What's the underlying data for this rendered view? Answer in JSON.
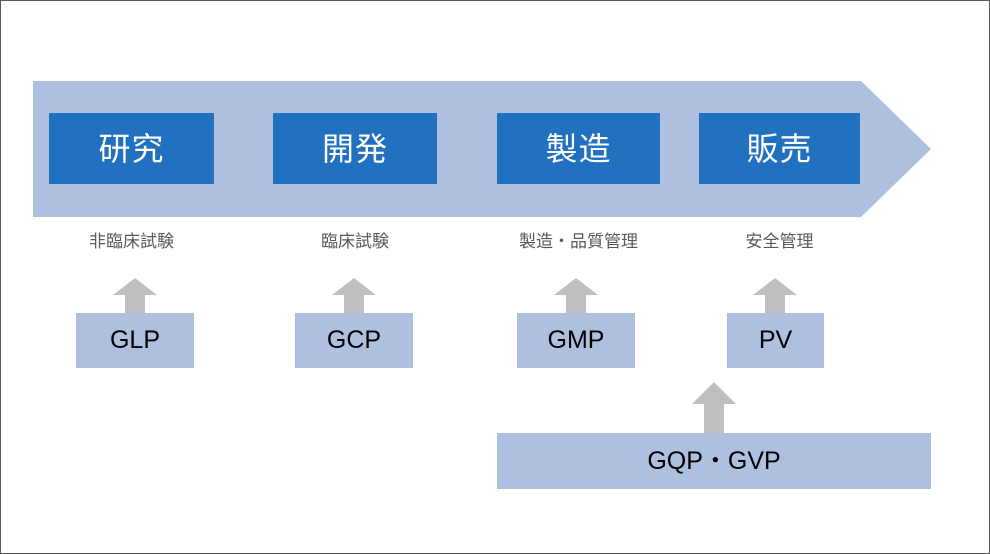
{
  "diagram": {
    "title": "Pharmaceutical lifecycle and regulatory standards",
    "colors": {
      "banner_fill": "#aebfe0",
      "stage_fill": "#2270c0",
      "stage_text": "#ffffff",
      "caption_text": "#58595b",
      "arrow_fill": "#bfbfbf",
      "box_fill": "#aebfe0",
      "box_text": "#000000",
      "page_border": "#58595b"
    },
    "banner": {
      "name": "process-arrow",
      "stages": [
        {
          "label": "研究"
        },
        {
          "label": "開発"
        },
        {
          "label": "製造"
        },
        {
          "label": "販売"
        }
      ]
    },
    "captions": [
      {
        "label": "非臨床試験"
      },
      {
        "label": "臨床試験"
      },
      {
        "label": "製造・品質管理"
      },
      {
        "label": "安全管理"
      }
    ],
    "regulations": [
      {
        "label": "GLP"
      },
      {
        "label": "GCP"
      },
      {
        "label": "GMP"
      },
      {
        "label": "PV"
      }
    ],
    "wide_bar": {
      "label": "GQP・GVP"
    }
  }
}
